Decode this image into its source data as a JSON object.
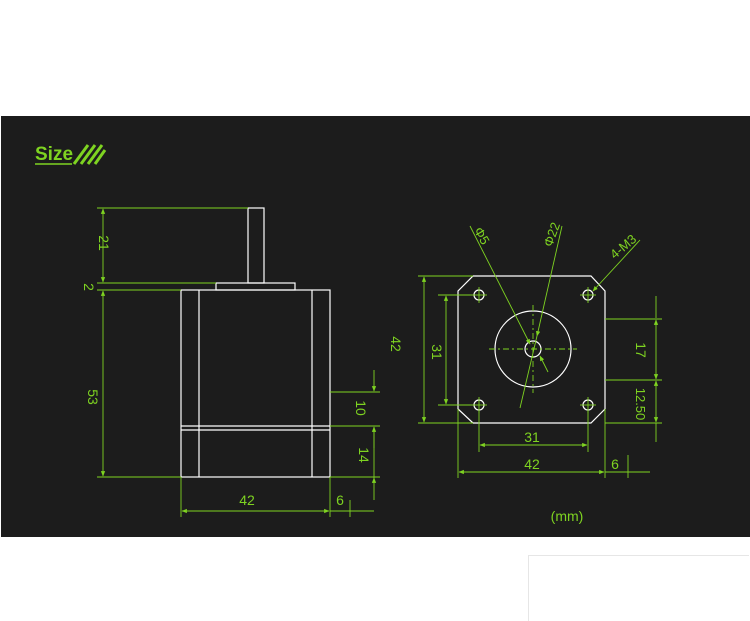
{
  "title": "Size",
  "unit_note": "(mm)",
  "colors": {
    "background": "#1c1c1c",
    "accent": "#7ed321",
    "outline": "#ffffff"
  },
  "side_view": {
    "shaft_length": "21",
    "flange_height": "2",
    "body_height": "53",
    "body_width": "42",
    "right_offset": "6",
    "upper_segment": "10",
    "lower_segment": "14"
  },
  "front_view": {
    "shaft_diameter": "Φ5",
    "boss_diameter": "Φ22",
    "mount_holes": "4-M3",
    "overall_height": "42",
    "hole_spacing_vertical": "31",
    "hole_spacing_horizontal": "31",
    "overall_width": "42",
    "right_offset": "6",
    "upper_offset": "17",
    "lower_offset": "12.50"
  }
}
